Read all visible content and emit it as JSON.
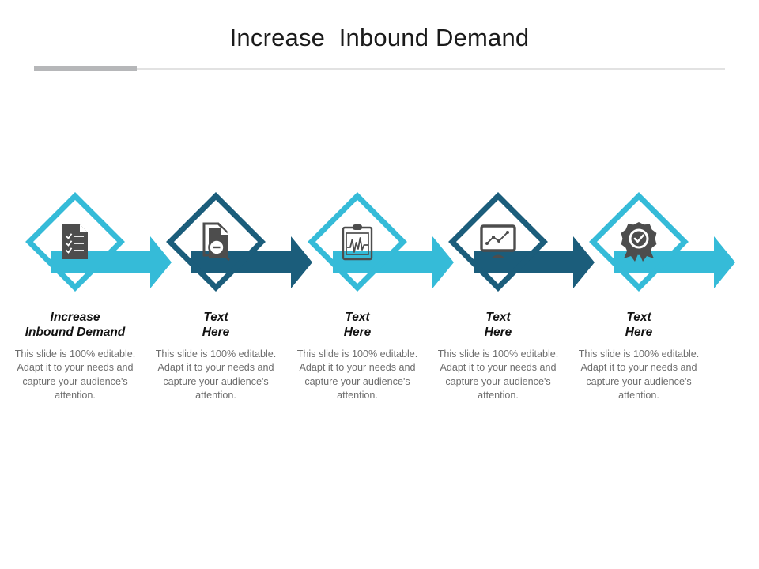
{
  "slide": {
    "title": "Increase  Inbound Demand",
    "background_color": "#ffffff"
  },
  "divider": {
    "accent_color": "#b6b7b9",
    "line_color": "#e2e2e2"
  },
  "theme": {
    "light_blue": "#35bbd8",
    "dark_blue": "#1b5d7b",
    "icon_color": "#4d4d4d",
    "heading_color": "#111111",
    "body_color": "#6e6e6e"
  },
  "steps": [
    {
      "index": "1",
      "color": "#35bbd8",
      "icon": "document-checklist-icon",
      "heading": "Increase\nInbound Demand",
      "body": "This slide is 100% editable. Adapt it to your needs and capture your audience's attention."
    },
    {
      "index": "2",
      "color": "#1b5d7b",
      "icon": "document-search-icon",
      "heading": "Text\nHere",
      "body": "This slide is 100% editable. Adapt it to your needs and capture your audience's attention."
    },
    {
      "index": "3",
      "color": "#35bbd8",
      "icon": "clipboard-pulse-icon",
      "heading": "Text\nHere",
      "body": "This slide is 100% editable. Adapt it to your needs and capture your audience's attention."
    },
    {
      "index": "4",
      "color": "#1b5d7b",
      "icon": "monitor-line-chart-icon",
      "heading": "Text\nHere",
      "body": "This slide is 100% editable. Adapt it to your needs and capture your audience's attention."
    },
    {
      "index": "5",
      "color": "#35bbd8",
      "icon": "award-badge-check-icon",
      "heading": "Text\nHere",
      "body": "This slide is 100% editable. Adapt it to your needs and capture your audience's attention."
    }
  ]
}
